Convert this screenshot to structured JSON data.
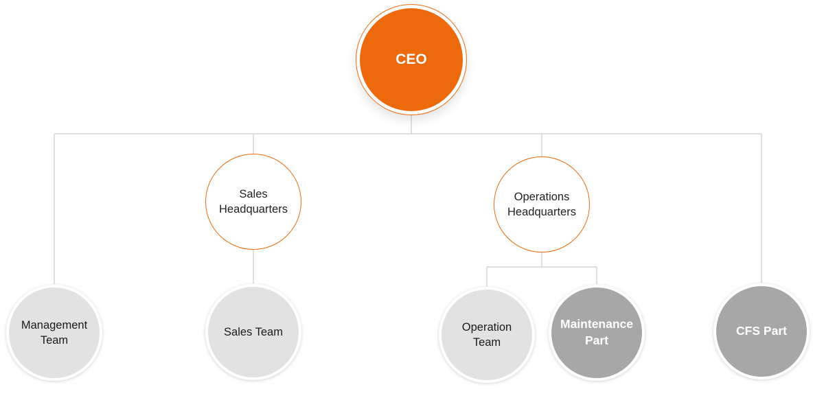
{
  "org_chart": {
    "ceo": {
      "label": "CEO",
      "color": "#ec6a0c"
    },
    "sales_hq": {
      "label_line1": "Sales",
      "label_line2": "Headquarters"
    },
    "operations_hq": {
      "label_line1": "Operations",
      "label_line2": "Headquarters"
    },
    "management_team": {
      "label_line1": "Management",
      "label_line2": "Team"
    },
    "sales_team": {
      "label": "Sales Team"
    },
    "operation_team": {
      "label_line1": "Operation",
      "label_line2": "Team"
    },
    "maintenance_part": {
      "label_line1": "Maintenance",
      "label_line2": "Part"
    },
    "cfs_part": {
      "label": "CFS Part"
    }
  },
  "colors": {
    "accent": "#ec6a0c",
    "team_fill": "#e2e2e2",
    "part_fill": "#a7a7a7",
    "connector": "#cccccc"
  }
}
